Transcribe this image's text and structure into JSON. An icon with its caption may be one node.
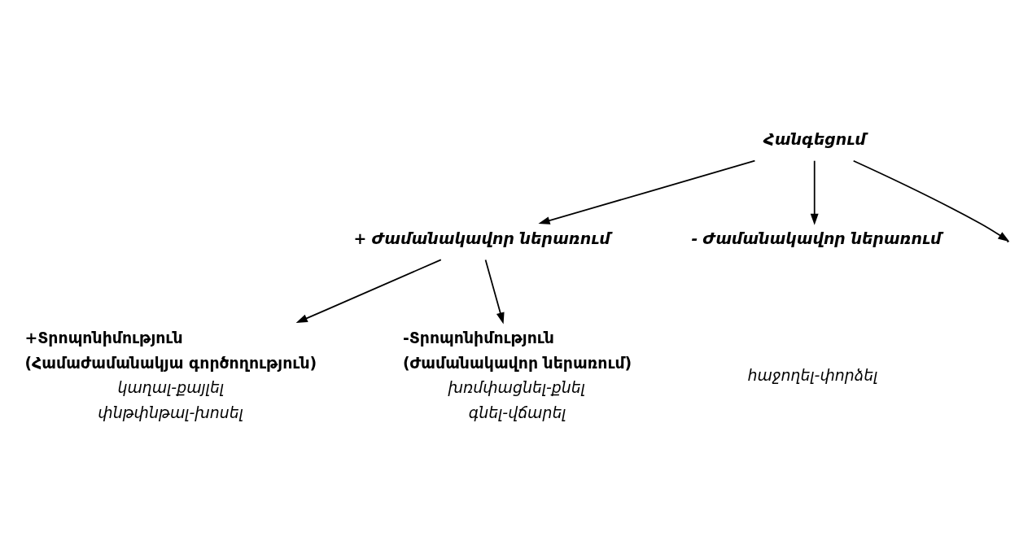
{
  "diagram": {
    "nodes": [
      {
        "text": [
          "Հանգեցում"
        ]
      },
      {
        "text": [
          "+ Ժամանակավոր ներառում"
        ]
      },
      {
        "text": [
          "- Ժամանակավոր ներառում"
        ]
      },
      {
        "text": [
          "+Տրոպոնիմություն",
          "(Համաժամանակյա գործողություն)"
        ],
        "beside": [
          "կաղալ-քայլել",
          "փնթփնթալ-խոսել"
        ]
      },
      {
        "text": [
          "-Տրոպոնիմություն",
          "(Ժամանակավոր ներառում)"
        ],
        "beside": [
          "խռմփացնել-քնել",
          "գնել-վճարել"
        ]
      }
    ],
    "edges": [
      {
        "from": 0,
        "to": null,
        "arrow": "to"
      },
      {
        "from": 0,
        "to": 1,
        "arrow": "to"
      },
      {
        "from": 0,
        "to": 2,
        "arrow": "to"
      },
      {
        "from": 1,
        "to": 3,
        "arrow": "to"
      },
      {
        "from": 1,
        "to": 4,
        "arrow": "to"
      }
    ],
    "labels": [
      "հաջողել-փորձել"
    ]
  }
}
